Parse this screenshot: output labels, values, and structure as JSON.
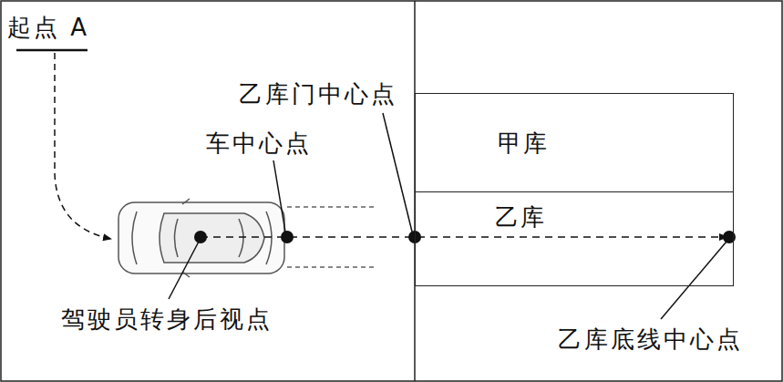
{
  "diagram": {
    "nodes": [
      {
        "text": [
          "甲库"
        ]
      },
      {
        "text": [
          "乙库"
        ]
      }
    ],
    "labels": [
      "起点 A",
      "乙库门中心点",
      "车中心点",
      "驾驶员转身后视点",
      "乙库底线中心点"
    ]
  }
}
